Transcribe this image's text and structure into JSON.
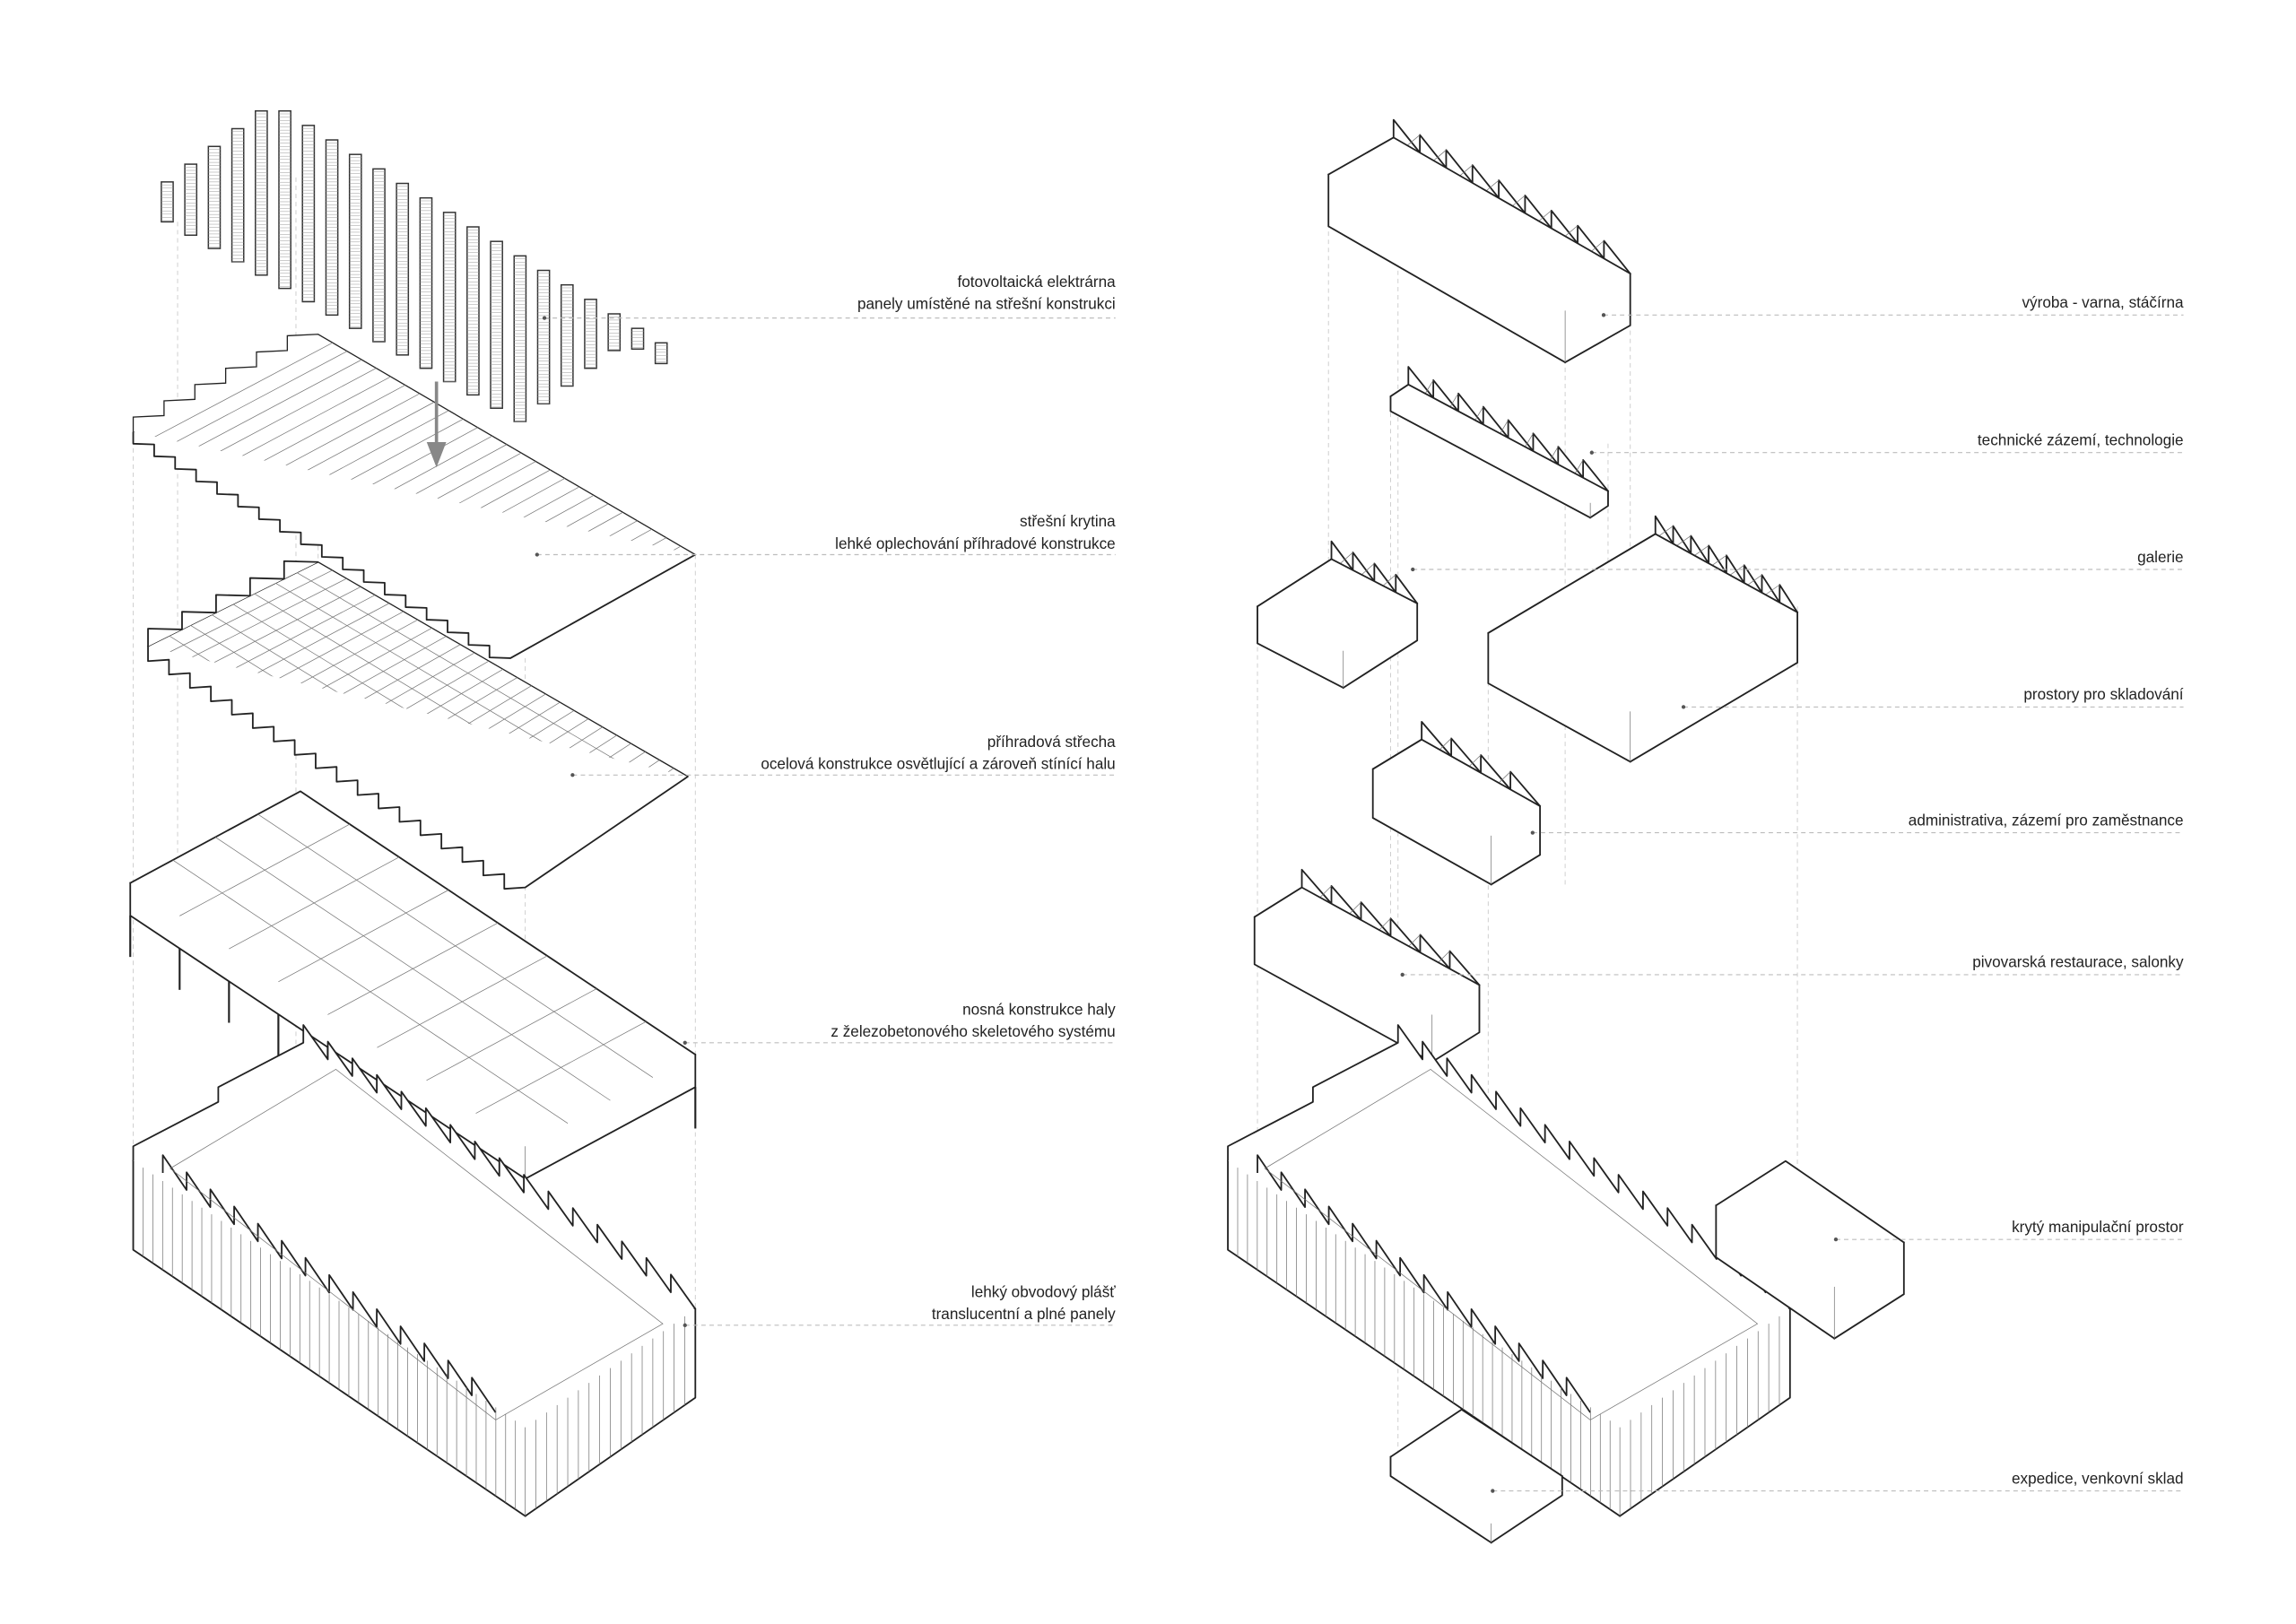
{
  "left_labels": [
    {
      "lines": [
        "fotovoltaická elektrárna",
        "panely umístěné na střešní konstrukci"
      ]
    },
    {
      "lines": [
        "střešní krytina",
        "lehké oplechování příhradové konstrukce"
      ]
    },
    {
      "lines": [
        "příhradová střecha",
        "ocelová konstrukce osvětlující a zároveň stínící halu"
      ]
    },
    {
      "lines": [
        "nosná konstrukce haly",
        "z železobetonového skeletového systému"
      ]
    },
    {
      "lines": [
        "lehký obvodový plášť",
        "translucentní a plné panely"
      ]
    }
  ],
  "right_labels": [
    {
      "lines": [
        "výroba - varna, stáčírna"
      ]
    },
    {
      "lines": [
        "technické zázemí, technologie"
      ]
    },
    {
      "lines": [
        "galerie"
      ]
    },
    {
      "lines": [
        "prostory pro skladování"
      ]
    },
    {
      "lines": [
        "administrativa, zázemí pro zaměstnance"
      ]
    },
    {
      "lines": [
        "pivovarská restaurace, salonky"
      ]
    },
    {
      "lines": [
        "krytý manipulační prostor"
      ]
    },
    {
      "lines": [
        "expedice, venkovní sklad"
      ]
    }
  ],
  "colors": {
    "ink": "#222222",
    "leader": "#bdbdbd",
    "arrow": "#888888"
  }
}
